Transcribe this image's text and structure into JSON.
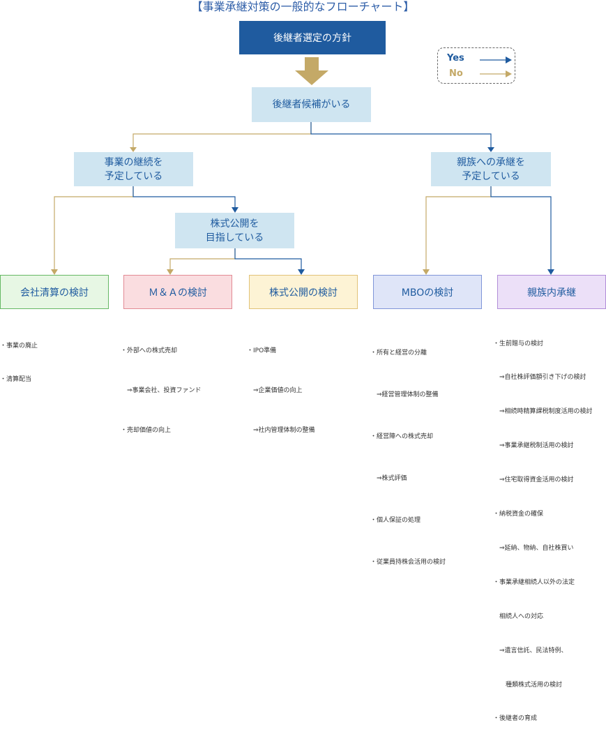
{
  "title": "【事業承継対策の一般的なフローチャート】",
  "policy": "後継者選定の方針",
  "legend": {
    "yes": "Yes",
    "no": "No",
    "yes_color": "#1f5b9f",
    "no_color": "#c4a967"
  },
  "nodes": {
    "candidate": "後継者候補がいる",
    "continue": "事業の継続を\n予定している",
    "family": "親族への承継を\n予定している",
    "ipo_plan": "株式公開を\n目指している"
  },
  "results": [
    {
      "label": "会社清算の検討",
      "items": [
        "・事業の廃止",
        "・清算配当"
      ]
    },
    {
      "label": "Ｍ＆Ａの検討",
      "items": [
        "・外部への株式売却",
        "　⇒事業会社、投資ファンド",
        "・売却価値の向上"
      ]
    },
    {
      "label": "株式公開の検討",
      "items": [
        "・IPO準備",
        "　⇒企業価値の向上",
        "　⇒社内管理体制の整備"
      ]
    },
    {
      "label": "MBOの検討",
      "items": [
        "・所有と経営の分離",
        "　⇒経営管理体制の整備",
        "・経営陣への株式売却",
        "　⇒株式評価",
        "・個人保証の処理",
        "・従業員持株会活用の検討"
      ]
    },
    {
      "label": "親族内承継",
      "items": [
        "・生前贈与の検討",
        "　⇒自社株評価額引き下げの検討",
        "　⇒相続時精算課税制度活用の検討",
        "　⇒事業承継税制活用の検討",
        "　⇒住宅取得資金活用の検討",
        "・納税資金の確保",
        "　⇒延納、物納、自社株買い",
        "・事業承継相続人以外の法定",
        "　相続人への対応",
        "　⇒遺言信託、民法特例、",
        "　　種類株式活用の検討",
        "・後継者の育成"
      ]
    }
  ]
}
